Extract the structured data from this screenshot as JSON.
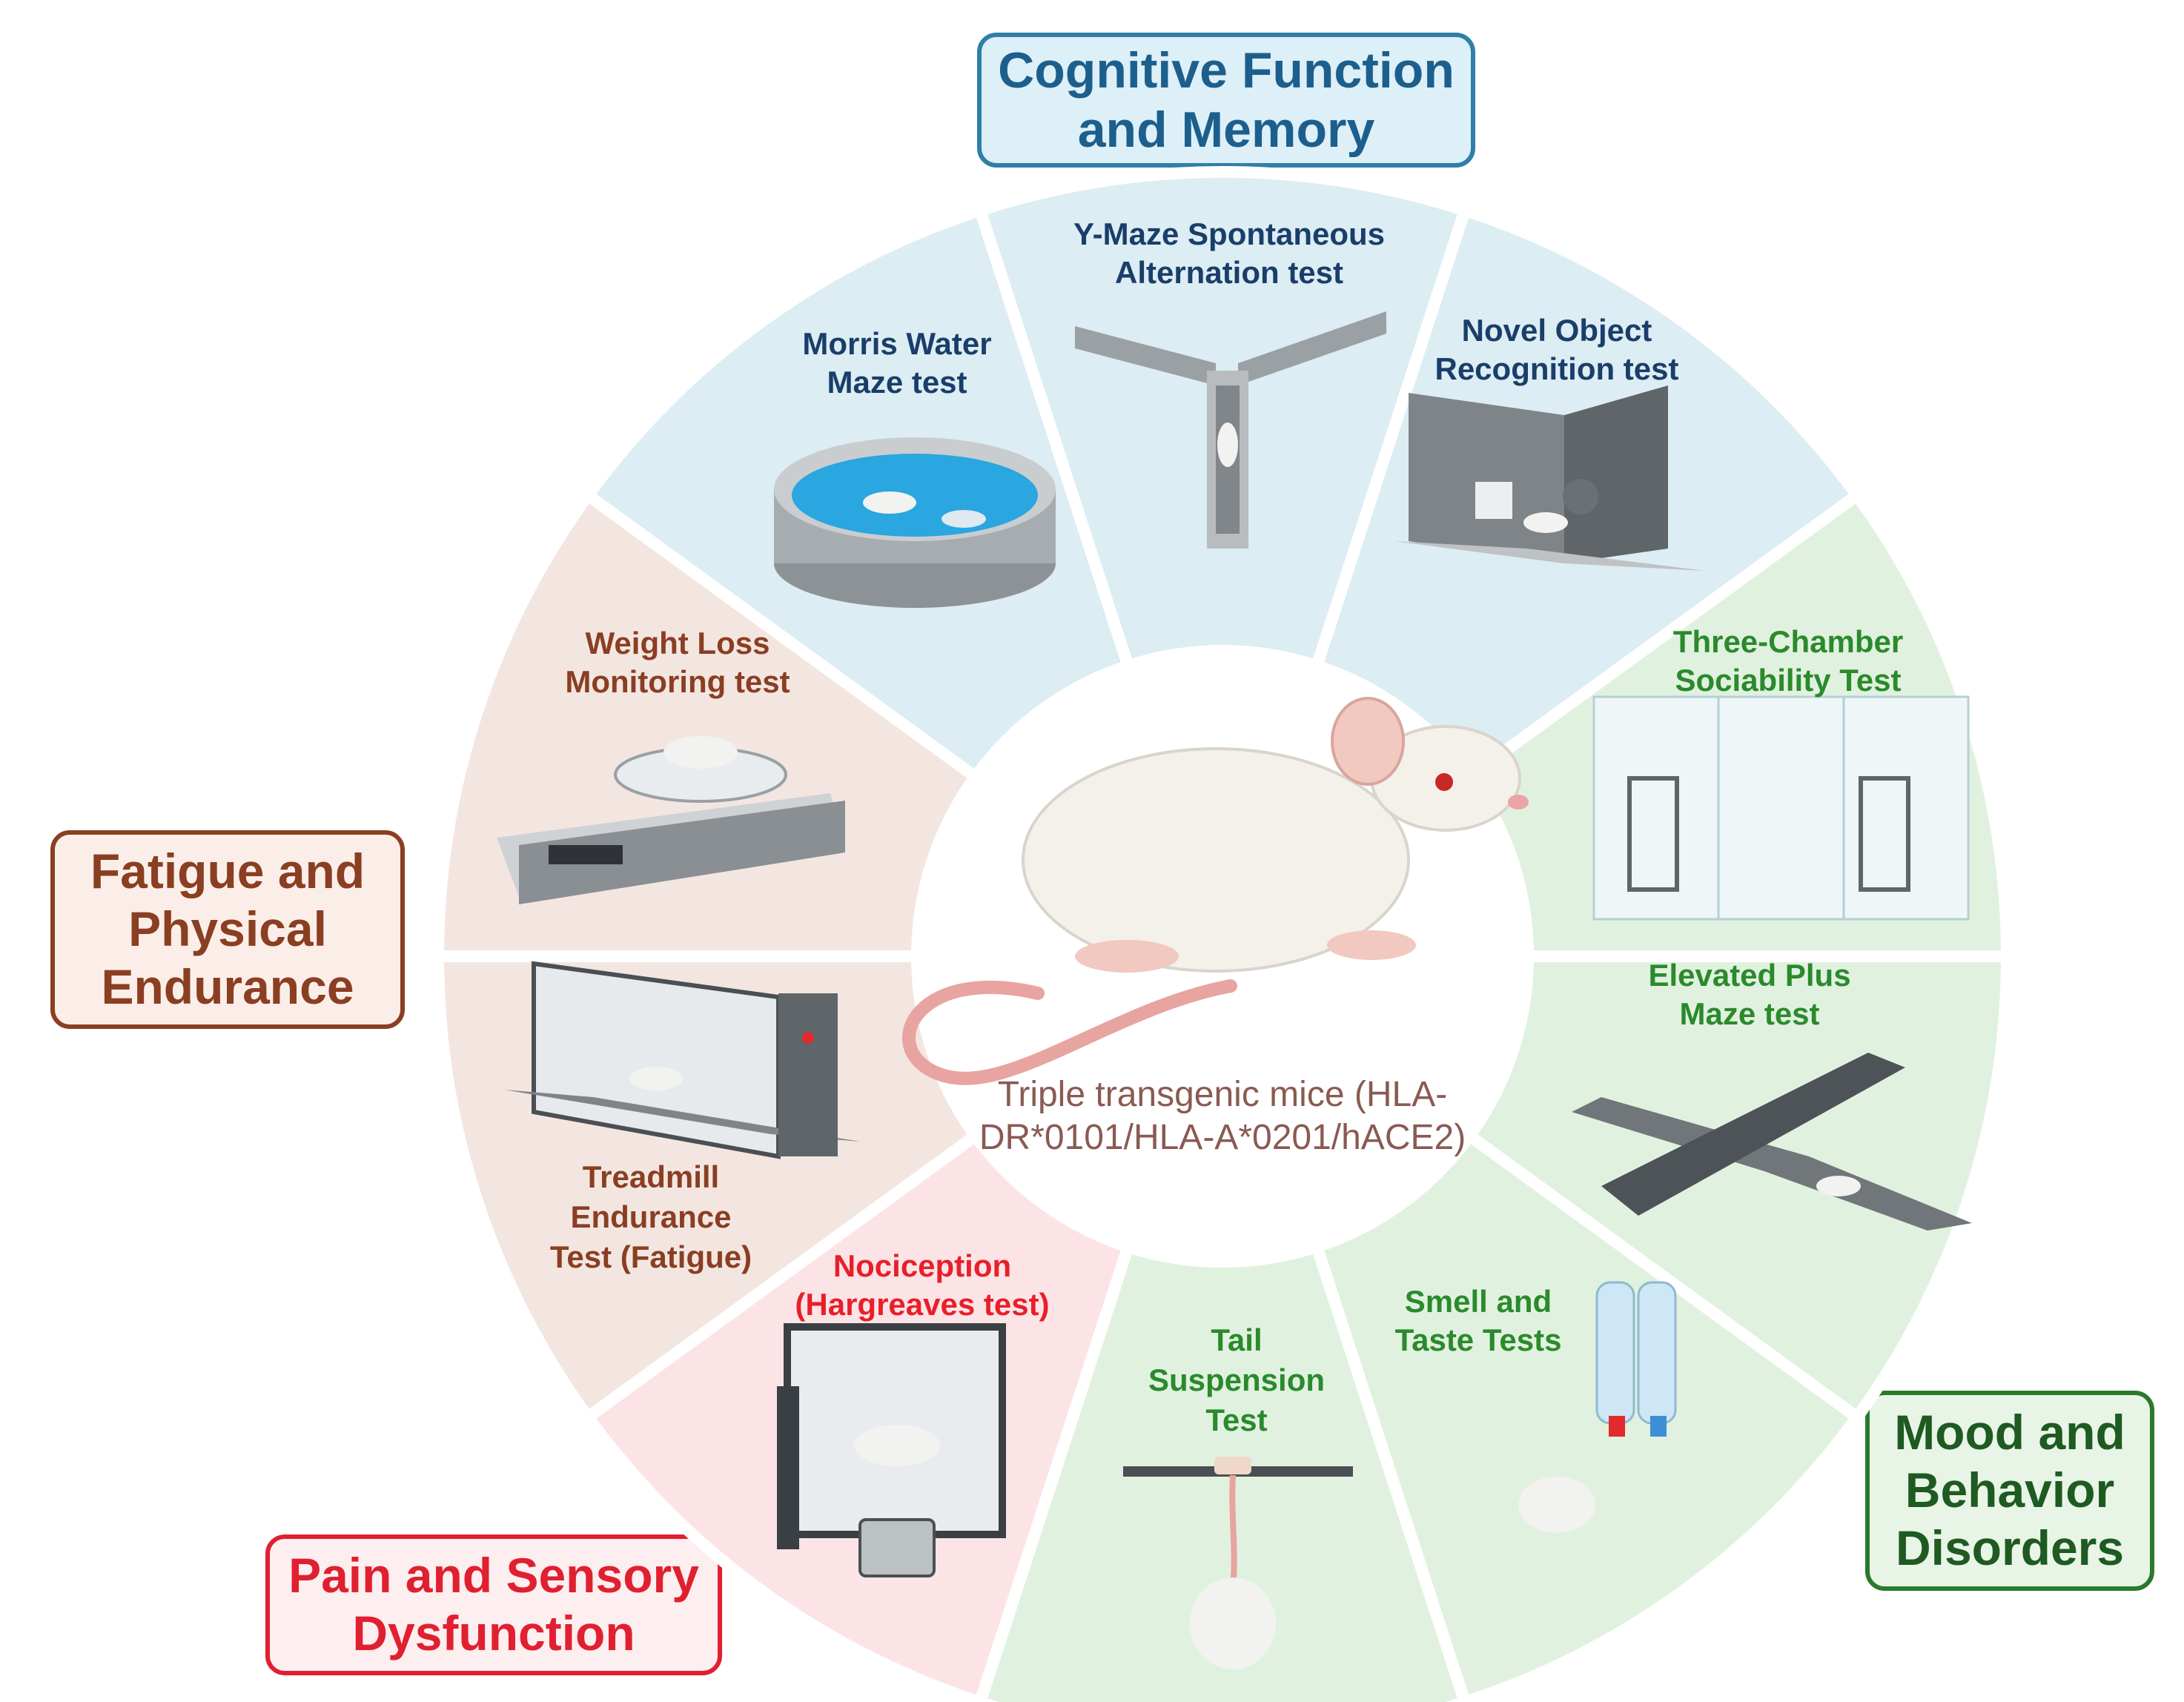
{
  "categories": {
    "cognitive": [
      "Cognitive Function",
      "and Memory"
    ],
    "fatigue": [
      "Fatigue and",
      "Physical",
      "Endurance"
    ],
    "pain": [
      "Pain and Sensory",
      "Dysfunction"
    ],
    "mood": [
      "Mood and",
      "Behavior",
      "Disorders"
    ]
  },
  "tests": {
    "morris": [
      "Morris Water",
      "Maze test"
    ],
    "ymaze": [
      "Y-Maze Spontaneous",
      "Alternation test"
    ],
    "novel": [
      "Novel Object",
      "Recognition test"
    ],
    "three_chamber": [
      "Three-Chamber",
      "Sociability Test"
    ],
    "plus_maze": [
      "Elevated Plus",
      "Maze test"
    ],
    "smell": [
      "Smell and",
      "Taste Tests"
    ],
    "tail": [
      "Tail",
      "Suspension",
      "Test"
    ],
    "nociception": [
      "Nociception",
      "(Hargreaves test)"
    ],
    "treadmill": [
      "Treadmill",
      "Endurance",
      "Test (Fatigue)"
    ],
    "weight": [
      "Weight Loss",
      "Monitoring test"
    ]
  },
  "center": [
    "Triple transgenic mice (HLA-",
    "DR*0101/HLA-A*0201/hACE2)"
  ],
  "colors": {
    "cognitive_fill": "#dcedf3",
    "fatigue_fill": "#f3e6e1",
    "pain_fill": "#fce4e6",
    "mood_fill": "#e1f1df",
    "cognitive_text": "#1a3e6a",
    "fatigue_text": "#8a3e22",
    "pain_text": "#e81f2a",
    "mood_text": "#2a8a2c",
    "center_text": "#8a5a52"
  }
}
